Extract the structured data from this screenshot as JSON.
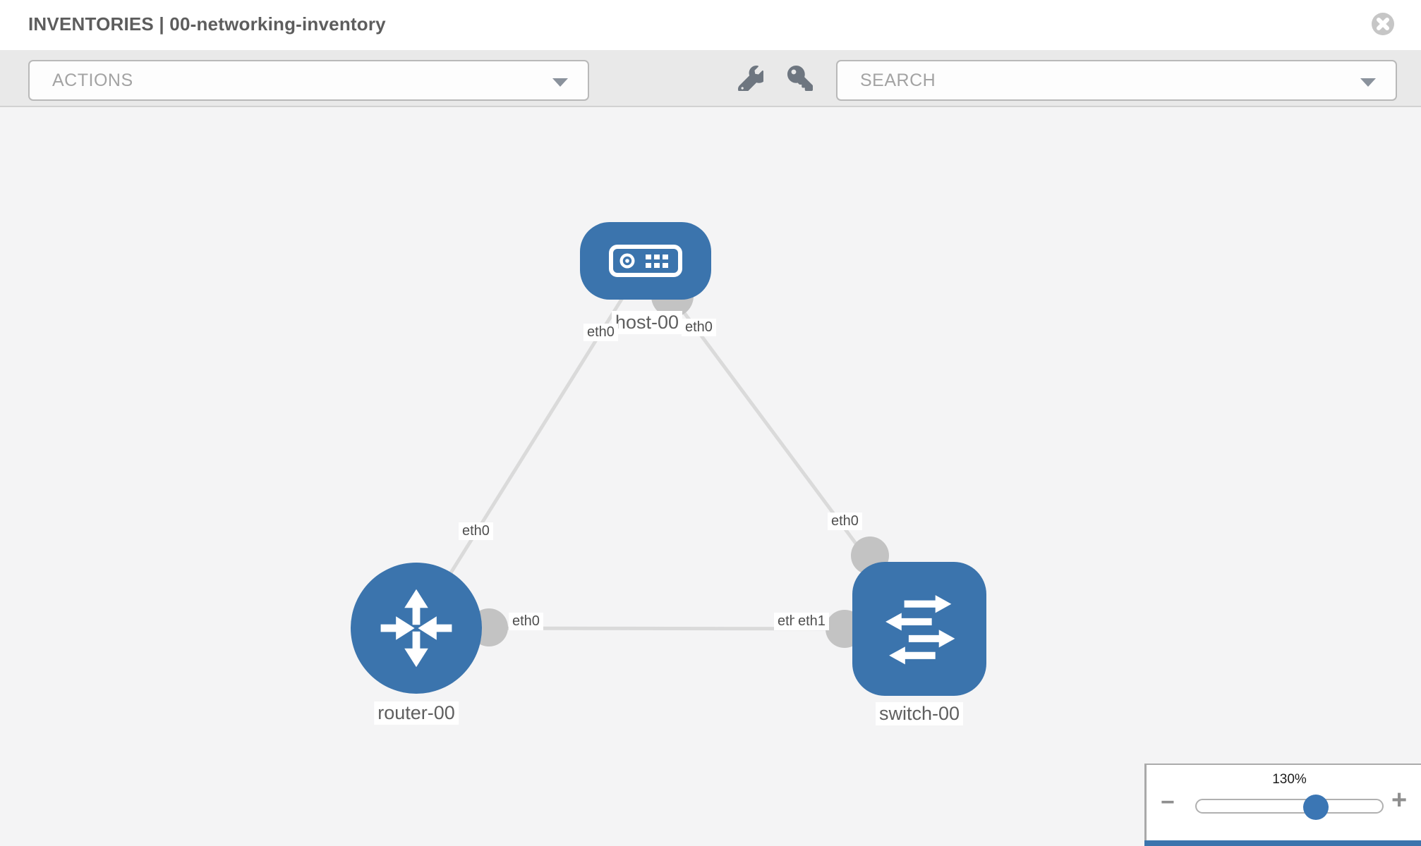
{
  "header": {
    "title": "INVENTORIES | 00-networking-inventory"
  },
  "toolbar": {
    "actions_placeholder": "ACTIONS",
    "search_placeholder": "SEARCH",
    "icons": [
      "wrench-icon",
      "key-icon"
    ]
  },
  "topology": {
    "nodes": [
      {
        "id": "host-00",
        "label": "host-00",
        "type": "host",
        "shape": "rounded-rect"
      },
      {
        "id": "router-00",
        "label": "router-00",
        "type": "router",
        "shape": "circle"
      },
      {
        "id": "switch-00",
        "label": "switch-00",
        "type": "switch",
        "shape": "rounded-square"
      }
    ],
    "links": [
      {
        "from": "host-00",
        "to": "router-00",
        "from_interface": "eth0",
        "to_interface": "eth0"
      },
      {
        "from": "host-00",
        "to": "switch-00",
        "from_interface": "eth0",
        "to_interface": "eth0"
      },
      {
        "from": "router-00",
        "to": "switch-00",
        "from_interface": "eth0",
        "to_interface": "eth1"
      }
    ],
    "labels": {
      "host": "host-00",
      "router": "router-00",
      "switch": "switch-00",
      "host_eth_left": "eth0",
      "host_eth_right": "eth0",
      "edge_host_router_eth": "eth0",
      "edge_host_switch_eth": "eth0",
      "edge_router_eth": "eth0",
      "edge_switch_eth_under": "eth0",
      "edge_switch_eth": "eth1"
    },
    "colors": {
      "node_blue": "#3b74ad",
      "edge_gray": "#dadada",
      "port_gray": "#c3c3c3"
    }
  },
  "zoom_control": {
    "level": "130%",
    "minus_label": "−",
    "plus_label": "+"
  }
}
